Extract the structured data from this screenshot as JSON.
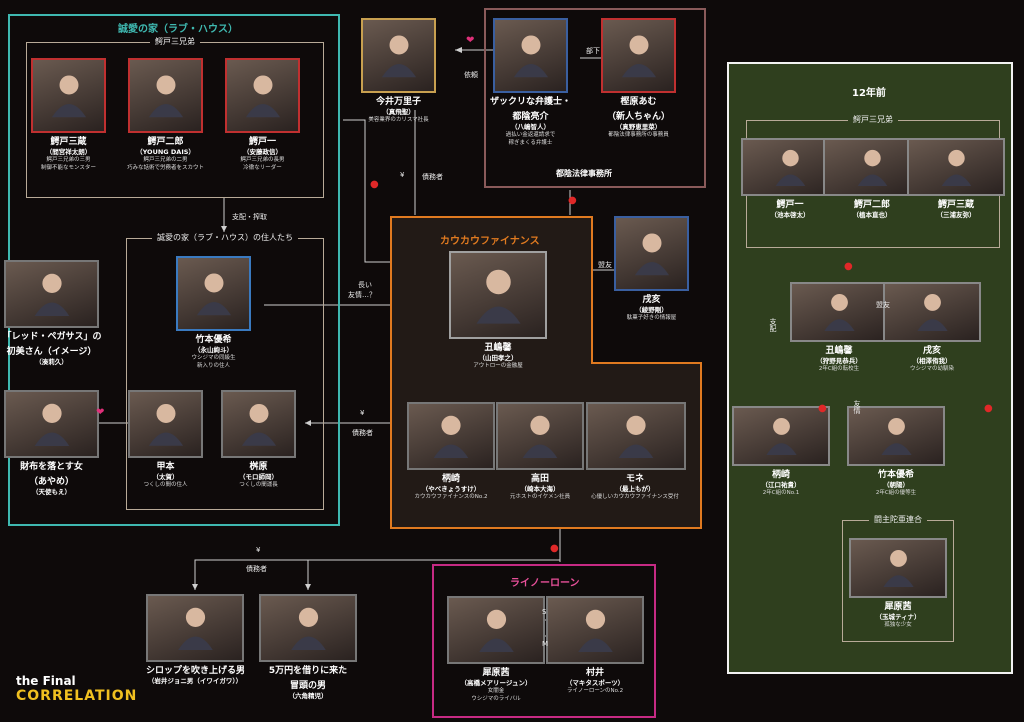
{
  "colors": {
    "teal": "#3fb8b0",
    "orange": "#e07a20",
    "magenta": "#c62a84",
    "navy": "#b07a7a",
    "green": "#2f3f1e",
    "greenBorder": "#f2f2f2",
    "heart": "#e0307a",
    "bomb": "#e02828"
  },
  "groups": {
    "love_house": "誠愛の家（ラブ・ハウス）",
    "love_house_residents": "誠愛の家（ラブ・ハウス）の住人たち",
    "brothers": "鰐戸三兄弟",
    "kaukau": "カウカウファイナンス",
    "law_office": "都陰法律事務所",
    "rhino": "ライノーローン",
    "twelve_years": "12年前",
    "brothers_past": "鰐戸三兄弟",
    "union": "闘主陀亜連合"
  },
  "people": {
    "sanzo": {
      "name": "鰐戸三蔵",
      "actor": "（間宮祥太朗）",
      "d1": "鰐戸三兄弟の三男",
      "d2": "制御不能なモンスター",
      "icon": "masked-man-icon"
    },
    "jiro": {
      "name": "鰐戸二郎",
      "actor": "（YOUNG DAIS）",
      "d1": "鰐戸三兄弟の二男",
      "d2": "巧みな話術で労務者をスカウト",
      "icon": "man-icon"
    },
    "ichi": {
      "name": "鰐戸一",
      "actor": "（安藤政信）",
      "d1": "鰐戸三兄弟の長男",
      "d2": "冷徹なリーダー",
      "icon": "man-icon"
    },
    "imai": {
      "name": "今井万里子",
      "actor": "（真飛聖）",
      "d1": "美容業界のカリスマ社長",
      "icon": "woman-icon"
    },
    "tsugakure": {
      "name": "ザックリな弁護士・",
      "name2": "都陰亮介",
      "actor": "（八嶋智人）",
      "d1": "過払い金返還請求で",
      "d2": "稼ぎまくる弁護士",
      "icon": "lawyer-icon"
    },
    "kashiwabara": {
      "name": "樫原あむ",
      "name2": "（新人ちゃん）",
      "actor": "（真野恵里菜）",
      "d1": "都陰法律事務所の事務員",
      "icon": "woman-icon"
    },
    "takemoto": {
      "name": "竹本優希",
      "actor": "（永山絢斗）",
      "d1": "ウシジマの同級生",
      "d2": "新入りの住人",
      "icon": "young-man-icon"
    },
    "ushijima": {
      "name": "丑嶋馨",
      "actor": "（山田孝之）",
      "d1": "アウトローの金融屋",
      "icon": "glasses-man-icon"
    },
    "inui": {
      "name": "戌亥",
      "actor": "（綾野剛）",
      "d1": "駄菓子好きの情報屋",
      "icon": "man-icon"
    },
    "hatsumi": {
      "name": "「レッド・ペガサス」の",
      "name2": "初美さん（イメージ）",
      "actor": "（湊莉久）",
      "icon": "woman-icon"
    },
    "saifu": {
      "name": "財布を落とす女",
      "name2": "（あやめ）",
      "actor": "（天使もえ）",
      "icon": "woman-icon"
    },
    "komoto": {
      "name": "甲本",
      "actor": "（太賀）",
      "d1": "つくしの間の住人",
      "icon": "man-icon"
    },
    "masakihara": {
      "name": "桝原",
      "actor": "（モロ師岡）",
      "d1": "つくしの間運長",
      "icon": "old-man-icon"
    },
    "emozaki": {
      "name": "柄崎",
      "actor": "（やべきょうすけ）",
      "d1": "カウカウファイナンスのNo.2",
      "icon": "man-icon"
    },
    "takada": {
      "name": "高田",
      "actor": "（崎本大海）",
      "d1": "元ホストのイケメン社員",
      "icon": "man-icon"
    },
    "mone": {
      "name": "モネ",
      "actor": "（最上もが）",
      "d1": "心優しいカウカウファイナンス受付",
      "icon": "woman-icon"
    },
    "syrup": {
      "name": "シロップを吹き上げる男",
      "actor": "（岩井ジョニ男（イワイガワ））",
      "icon": "man-icon"
    },
    "gojuman": {
      "name": "5万円を借りに来た",
      "name2": "冒頭の男",
      "actor": "（六角精児）",
      "icon": "glasses-man-icon"
    },
    "saibara": {
      "name": "犀原茜",
      "actor": "（高橋メアリージュン）",
      "d1": "女闇金",
      "d2": "ウシジマのライバル",
      "icon": "woman-icon"
    },
    "murai": {
      "name": "村井",
      "actor": "（マキタスポーツ）",
      "d1": "ライノーローンのNo.2",
      "icon": "man-icon"
    },
    "p_ichi": {
      "name": "鰐戸一",
      "actor": "（池本啓太）",
      "icon": "boy-icon"
    },
    "p_jiro": {
      "name": "鰐戸二郎",
      "actor": "（植本直也）",
      "icon": "boy-icon"
    },
    "p_sanzo": {
      "name": "鰐戸三蔵",
      "actor": "（三浦友弥）",
      "icon": "boy-icon"
    },
    "p_ushijima": {
      "name": "丑嶋馨",
      "actor": "（狩野見恭兵）",
      "d1": "2年C組の転校生",
      "icon": "boy-icon"
    },
    "p_inui": {
      "name": "戌亥",
      "actor": "（相澤侑我）",
      "d1": "ウシジマの幼馴染",
      "icon": "boy-icon"
    },
    "p_emozaki": {
      "name": "柄崎",
      "actor": "（江口祐貴）",
      "d1": "2年C組のNo.1",
      "icon": "boy-icon"
    },
    "p_takemoto": {
      "name": "竹本優希",
      "actor": "（朝陽）",
      "d1": "2年C組の優等生",
      "icon": "boy-icon"
    },
    "p_saibara": {
      "name": "犀原茜",
      "actor": "（玉城ティナ）",
      "d1": "孤独な少女",
      "icon": "girl-icon"
    }
  },
  "relations": {
    "irai": "依頼",
    "buka": "部下",
    "saimusha1": "債務者",
    "saimusha2": "債務者",
    "saimusha3": "債務者",
    "shihai": "支配・搾取",
    "nagai": "長い",
    "yujo": "友情…？",
    "meiyu": "盟友",
    "meiyu2": "盟友",
    "shihai2": "支配",
    "yujo2": "友情",
    "s": "S",
    "m": "M",
    "yen": "¥"
  },
  "logo": {
    "line1": "the Final",
    "line2": "CORRELATION"
  }
}
